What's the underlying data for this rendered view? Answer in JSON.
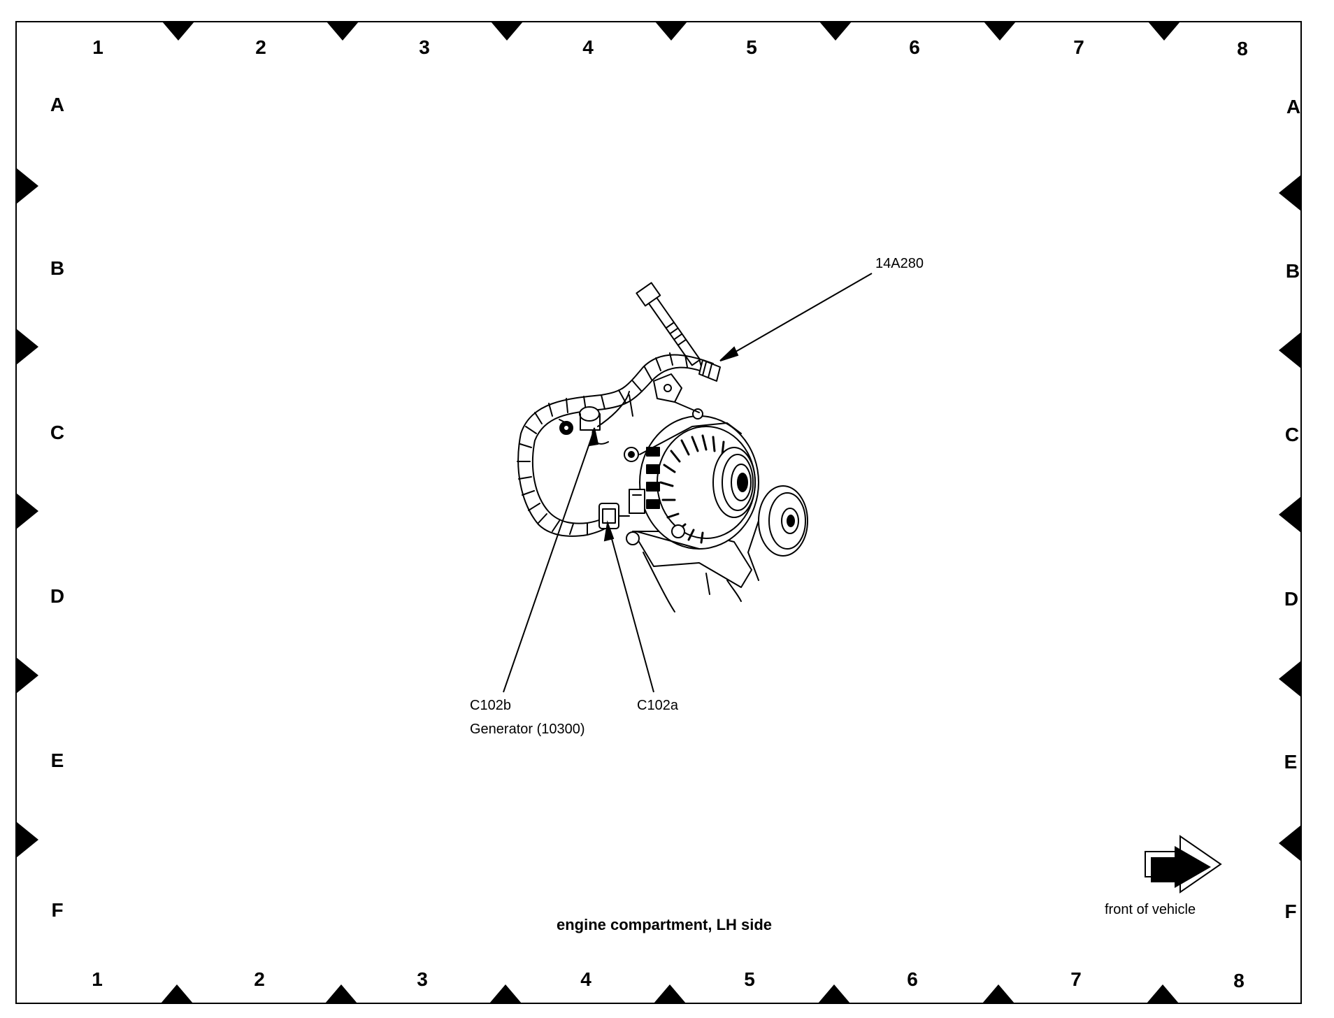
{
  "grid": {
    "columns": [
      "1",
      "2",
      "3",
      "4",
      "5",
      "6",
      "7",
      "8"
    ],
    "rows": [
      "A",
      "B",
      "C",
      "D",
      "E",
      "F"
    ]
  },
  "callouts": {
    "harness_code": "14A280",
    "c102b": "C102b",
    "generator": "Generator (10300)",
    "c102a": "C102a"
  },
  "caption": "engine compartment, LH side",
  "orientation": {
    "label": "front of vehicle",
    "icon": "arrow-right-icon"
  }
}
